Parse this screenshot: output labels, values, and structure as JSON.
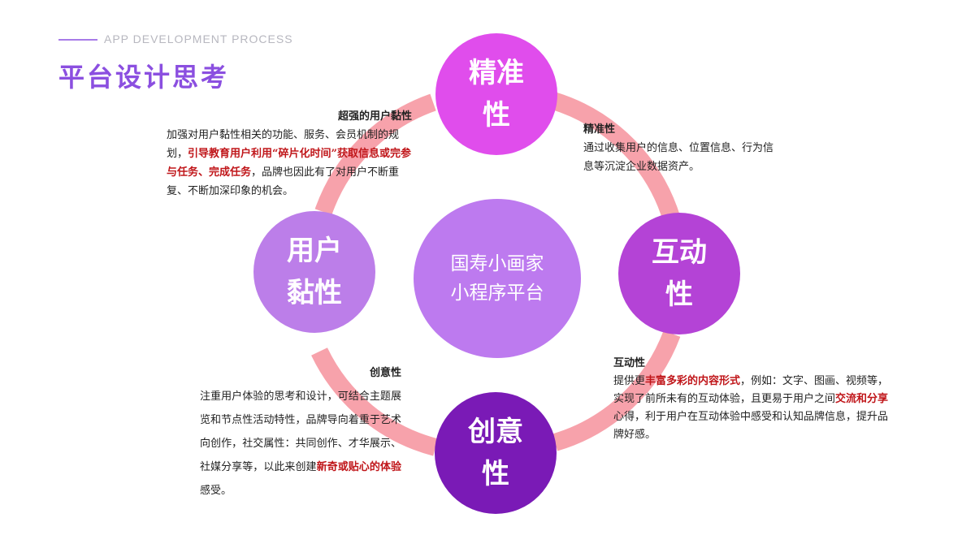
{
  "header": {
    "subtitle": "APP DEVELOPMENT PROCESS",
    "title": "平台设计思考"
  },
  "center": {
    "line1": "国寿小画家",
    "line2": "小程序平台"
  },
  "nodes": {
    "precision": "精准\n性",
    "interaction": "互动\n性",
    "creativity": "创意\n性",
    "stickiness": "用户\n黏性"
  },
  "texts": {
    "stickiness": {
      "heading": "超强的用户黏性",
      "p1": "加强对用户黏性相关的功能、服务、会员机制的规划，",
      "red1": "引导教育用户利用“碎片化时间”获取信息或完参与任务、完成任务",
      "p2": "，品牌也因此有了对用户不断重复、不断加深印象的机会。"
    },
    "precision": {
      "heading": "精准性",
      "body": "通过收集用户的信息、位置信息、行为信息等沉淀企业数据资产。"
    },
    "interaction": {
      "heading": "互动性",
      "p1": "提供更",
      "red1": "丰富多彩的内容形式",
      "p2": "，例如：文字、图画、视频等，实现了前所未有的互动体验，且更易于用户之间",
      "red2": "交流和分享",
      "p3": "心得，利于用户在互动体验中感受和认知品牌信息，提升品牌好感。"
    },
    "creativity": {
      "heading": "创意性",
      "p1": "注重用户体验的思考和设计，可结合主题展览和节点性活动特性，品牌导向着重于艺术向创作，社交属性：共同创作、才华展示、社媒分享等，以此来创建",
      "red1": "新奇或贴心的体验",
      "p2": "感受。"
    }
  },
  "colors": {
    "accent_title": "#8b4fe0",
    "ring": "#f7a2ab",
    "precision": "#e04dec",
    "interaction": "#b443d6",
    "creativity": "#7a1ab6",
    "stickiness": "#bc7ee9",
    "center": "#bd7aef",
    "highlight_red": "#c0161a"
  }
}
